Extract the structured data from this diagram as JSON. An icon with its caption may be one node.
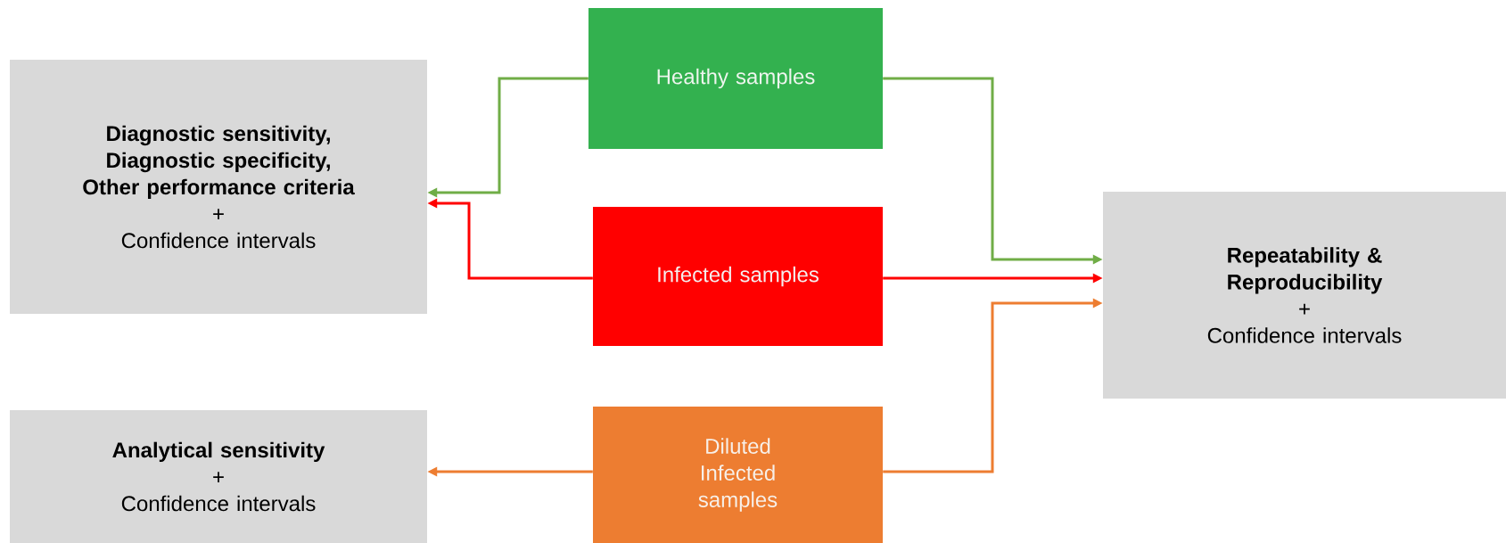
{
  "diagram": {
    "nodes": [
      {
        "text": [
          "Diagnostic sensitivity, Diagnostic specificity, Other performance criteria",
          "+",
          "Confidence intervals"
        ]
      },
      {
        "text": [
          "Healthy samples"
        ]
      },
      {
        "text": [
          "Infected samples"
        ]
      },
      {
        "text": [
          "Repeatability & Reproducibility",
          "+",
          "Confidence intervals"
        ]
      },
      {
        "text": [
          "Analytical sensitivity",
          "+",
          "Confidence intervals"
        ]
      },
      {
        "text": [
          "Diluted Infected samples"
        ]
      }
    ],
    "edges": [
      {
        "from": 1,
        "to": 0,
        "arrow": "to",
        "color": "#70ad47"
      },
      {
        "from": 1,
        "to": 3,
        "arrow": "to",
        "color": "#70ad47"
      },
      {
        "from": 2,
        "to": 0,
        "arrow": "to",
        "color": "#ff0000"
      },
      {
        "from": 2,
        "to": 3,
        "arrow": "to",
        "color": "#ff0000"
      },
      {
        "from": 5,
        "to": 4,
        "arrow": "to",
        "color": "#ed7d31"
      },
      {
        "from": 5,
        "to": 3,
        "arrow": "to",
        "color": "#ed7d31"
      }
    ]
  }
}
